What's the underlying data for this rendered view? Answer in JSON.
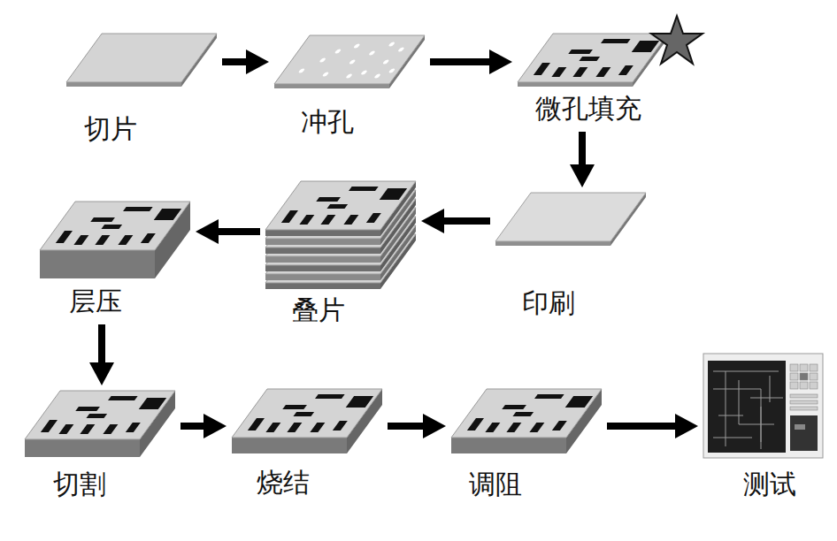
{
  "diagram": {
    "nodes": [
      {
        "text": [
          "切片"
        ]
      },
      {
        "text": [
          "冲孔"
        ]
      },
      {
        "text": [
          "微孔填充"
        ]
      },
      {
        "text": [
          "印刷"
        ]
      },
      {
        "text": [
          "叠片"
        ]
      },
      {
        "text": [
          "层压"
        ]
      },
      {
        "text": [
          "切割"
        ]
      },
      {
        "text": [
          "烧结"
        ]
      },
      {
        "text": [
          "调阻"
        ]
      },
      {
        "text": [
          "测试"
        ]
      }
    ],
    "edges": [
      {
        "from": 0,
        "to": 1,
        "arrow": "to"
      },
      {
        "from": 1,
        "to": 2,
        "arrow": "to"
      },
      {
        "from": 2,
        "to": 3,
        "arrow": "to"
      },
      {
        "from": 3,
        "to": 4,
        "arrow": "to"
      },
      {
        "from": 4,
        "to": 5,
        "arrow": "to"
      },
      {
        "from": 5,
        "to": 6,
        "arrow": "to"
      },
      {
        "from": 6,
        "to": 7,
        "arrow": "to"
      },
      {
        "from": 7,
        "to": 8,
        "arrow": "to"
      },
      {
        "from": 8,
        "to": 9,
        "arrow": "to"
      }
    ]
  }
}
